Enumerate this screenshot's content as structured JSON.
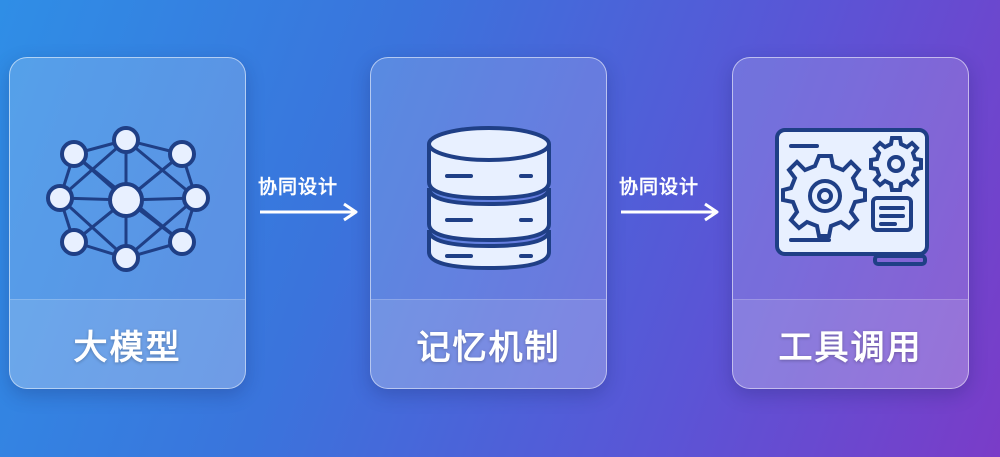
{
  "steps": [
    {
      "label": "大模型",
      "icon": "neural-network-icon"
    },
    {
      "label": "记忆机制",
      "icon": "database-icon"
    },
    {
      "label": "工具调用",
      "icon": "tool-gears-icon"
    }
  ],
  "connectors": [
    {
      "label": "协同设计"
    },
    {
      "label": "协同设计"
    }
  ],
  "colors": {
    "bg_start": "#2f8ee6",
    "bg_end": "#7a3cc8",
    "icon_stroke": "#1f3f86",
    "icon_fill": "#e8f0ff"
  }
}
